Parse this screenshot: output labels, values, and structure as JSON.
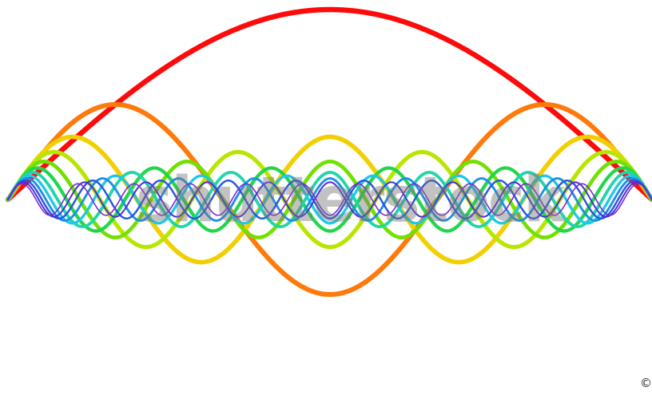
{
  "image": {
    "watermark_text": "shutterstock",
    "corner_symbol": "©"
  },
  "waves": [
    {
      "harmonic": 1,
      "color": "#ff0a0a",
      "amplitude": 1.0
    },
    {
      "harmonic": 3,
      "color": "#ff7a0a",
      "amplitude": 0.5
    },
    {
      "harmonic": 5,
      "color": "#f2cf00",
      "amplitude": 0.33
    },
    {
      "harmonic": 7,
      "color": "#b8e600",
      "amplitude": 0.25
    },
    {
      "harmonic": 9,
      "color": "#72e000",
      "amplitude": 0.2
    },
    {
      "harmonic": 11,
      "color": "#22d64a",
      "amplitude": 0.166
    },
    {
      "harmonic": 13,
      "color": "#1fd6a8",
      "amplitude": 0.143
    },
    {
      "harmonic": 15,
      "color": "#1fc8e6",
      "amplitude": 0.125
    },
    {
      "harmonic": 17,
      "color": "#1f8fe6",
      "amplitude": 0.111
    },
    {
      "harmonic": 19,
      "color": "#2a55e0",
      "amplitude": 0.1
    },
    {
      "harmonic": 21,
      "color": "#4a2fd6",
      "amplitude": 0.091
    },
    {
      "harmonic": 23,
      "color": "#7a2ad0",
      "amplitude": 0.083
    }
  ]
}
